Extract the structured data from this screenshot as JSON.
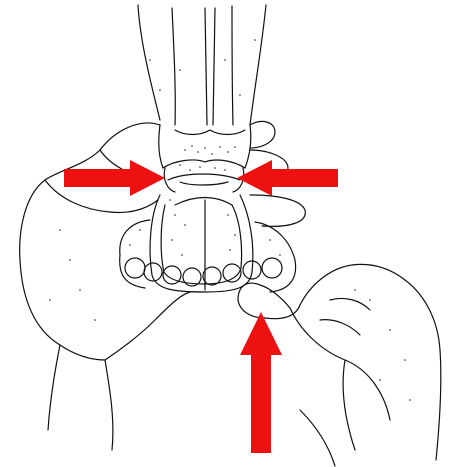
{
  "figure": {
    "subject": "hands-holding-foot-ankle-examination",
    "arrow_color": "#ee1111",
    "line_color": "#111111",
    "arrows": [
      {
        "name": "left-arrow-icon",
        "direction": "right"
      },
      {
        "name": "right-arrow-icon",
        "direction": "left"
      },
      {
        "name": "bottom-arrow-icon",
        "direction": "up"
      }
    ]
  }
}
